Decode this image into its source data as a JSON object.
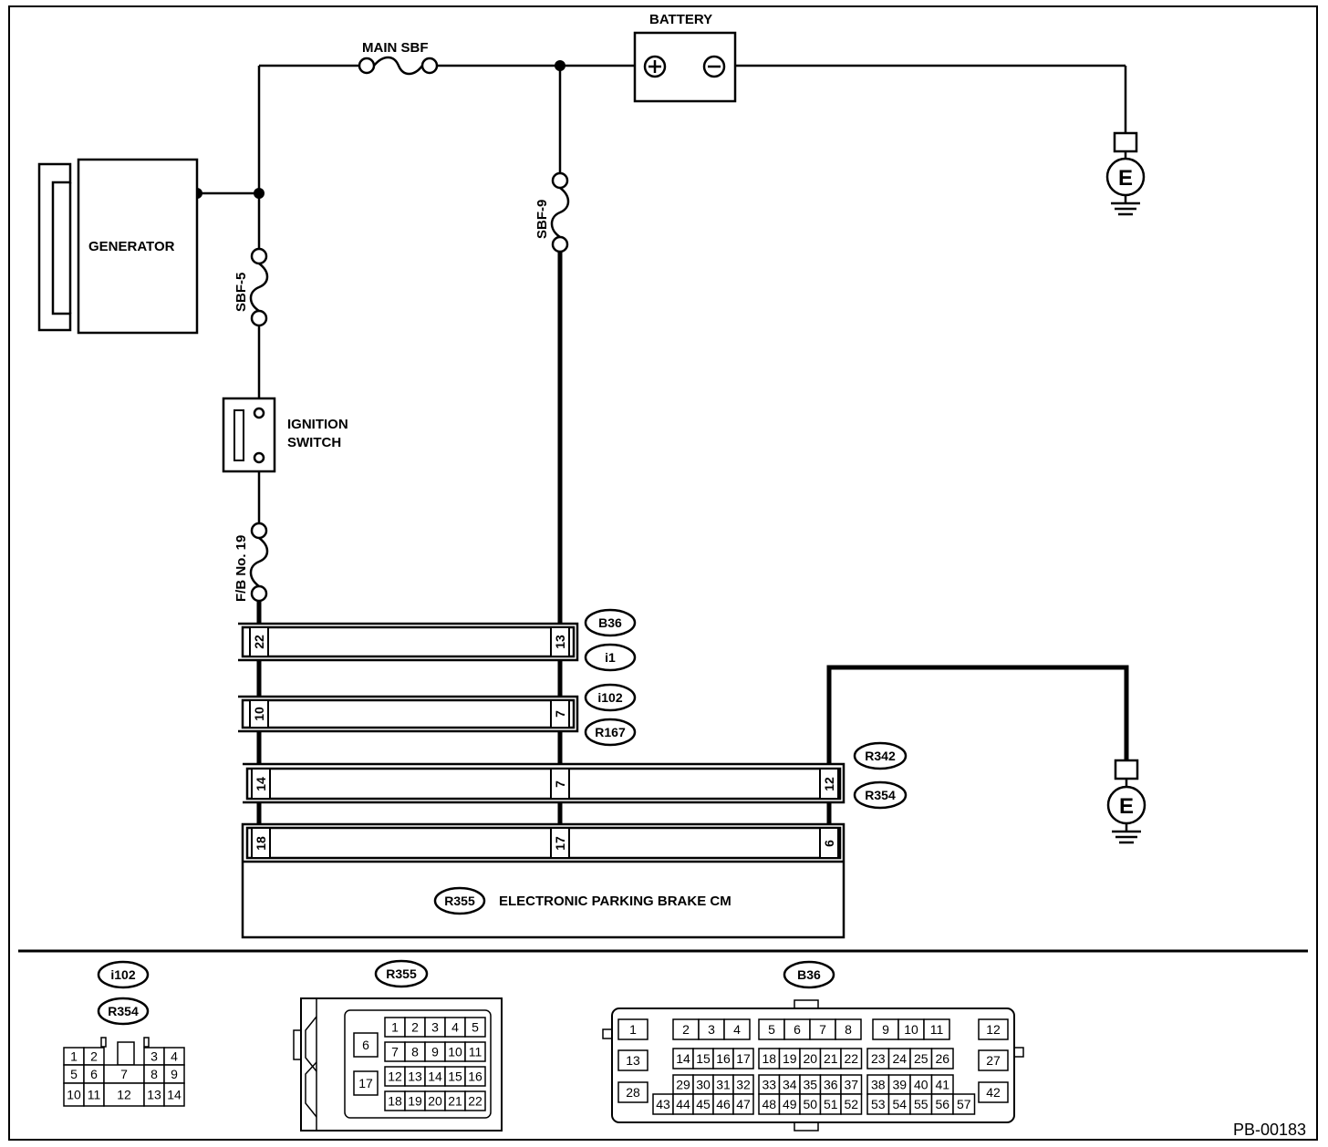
{
  "components": {
    "battery": "BATTERY",
    "main_sbf": "MAIN SBF",
    "generator": "GENERATOR",
    "sbf5": "SBF-5",
    "sbf9": "SBF-9",
    "ignition_switch_line1": "IGNITION",
    "ignition_switch_line2": "SWITCH",
    "fb19": "F/B No. 19",
    "epb_cm": "ELECTRONIC PARKING BRAKE CM",
    "ground": "E",
    "plus": "+",
    "minus": "−"
  },
  "connectors": {
    "b36": "B36",
    "i1": "i1",
    "i102": "i102",
    "r167": "R167",
    "r342": "R342",
    "r354": "R354",
    "r355": "R355"
  },
  "pins": {
    "row1_left": "22",
    "row1_right": "13",
    "row2_left": "10",
    "row2_right": "7",
    "row3_left": "14",
    "row3_mid": "7",
    "row3_right": "12",
    "row4_left": "18",
    "row4_mid": "17",
    "row4_right": "6"
  },
  "connector_faces": {
    "i102_r354": {
      "top_row": [
        "1",
        "2",
        "3",
        "4"
      ],
      "mid_row": [
        "5",
        "6",
        "7",
        "8",
        "9"
      ],
      "bot_row": [
        "10",
        "11",
        "12",
        "13",
        "14"
      ]
    },
    "r355": {
      "side": [
        "6",
        "17"
      ],
      "row1": [
        "1",
        "2",
        "3",
        "4",
        "5"
      ],
      "row2": [
        "7",
        "8",
        "9",
        "10",
        "11"
      ],
      "row3": [
        "12",
        "13",
        "14",
        "15",
        "16"
      ],
      "row4": [
        "18",
        "19",
        "20",
        "21",
        "22"
      ]
    },
    "b36": {
      "left_col": [
        "1",
        "13",
        "28"
      ],
      "right_col": [
        "12",
        "27",
        "42"
      ],
      "row1": [
        "2",
        "3",
        "4",
        "5",
        "6",
        "7",
        "8",
        "9",
        "10",
        "11"
      ],
      "row2": [
        "14",
        "15",
        "16",
        "17",
        "18",
        "19",
        "20",
        "21",
        "22",
        "23",
        "24",
        "25",
        "26"
      ],
      "row3": [
        "29",
        "30",
        "31",
        "32",
        "33",
        "34",
        "35",
        "36",
        "37",
        "38",
        "39",
        "40",
        "41"
      ],
      "row4": [
        "43",
        "44",
        "45",
        "46",
        "47",
        "48",
        "49",
        "50",
        "51",
        "52",
        "53",
        "54",
        "55",
        "56",
        "57"
      ]
    }
  },
  "figure_code": "PB-00183"
}
